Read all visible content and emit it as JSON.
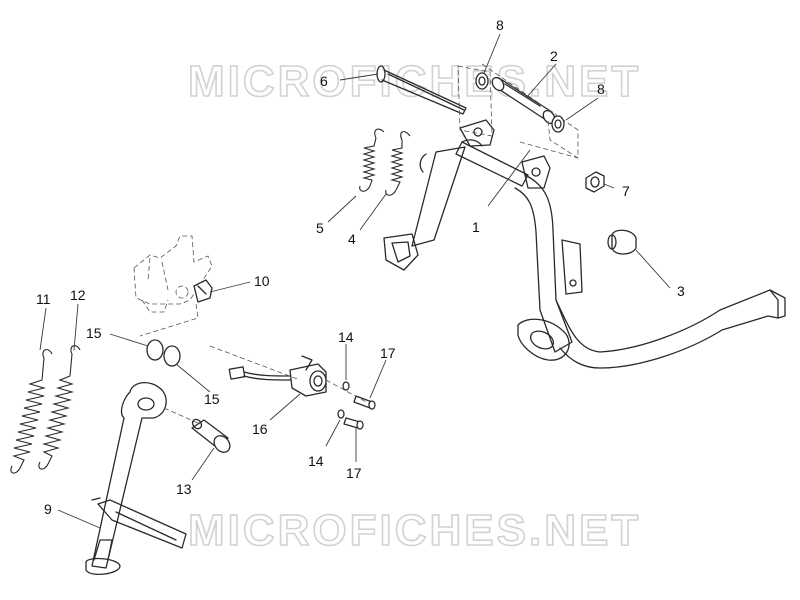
{
  "watermark": {
    "text_top": "MICROFICHES.NET",
    "text_bottom": "MICROFICHES.NET"
  },
  "callouts": [
    {
      "id": "c1",
      "text": "1"
    },
    {
      "id": "c2",
      "text": "2"
    },
    {
      "id": "c3",
      "text": "3"
    },
    {
      "id": "c4",
      "text": "4"
    },
    {
      "id": "c5",
      "text": "5"
    },
    {
      "id": "c6",
      "text": "6"
    },
    {
      "id": "c7",
      "text": "7"
    },
    {
      "id": "c8a",
      "text": "8"
    },
    {
      "id": "c8b",
      "text": "8"
    },
    {
      "id": "c9",
      "text": "9"
    },
    {
      "id": "c10",
      "text": "10"
    },
    {
      "id": "c11",
      "text": "11"
    },
    {
      "id": "c12",
      "text": "12"
    },
    {
      "id": "c13",
      "text": "13"
    },
    {
      "id": "c14a",
      "text": "14"
    },
    {
      "id": "c14b",
      "text": "14"
    },
    {
      "id": "c15a",
      "text": "15"
    },
    {
      "id": "c15b",
      "text": "15"
    },
    {
      "id": "c16",
      "text": "16"
    },
    {
      "id": "c17a",
      "text": "17"
    },
    {
      "id": "c17b",
      "text": "17"
    }
  ],
  "colors": {
    "line": "#2a2a2a",
    "watermark": "#d2d2d2",
    "background": "#ffffff"
  }
}
